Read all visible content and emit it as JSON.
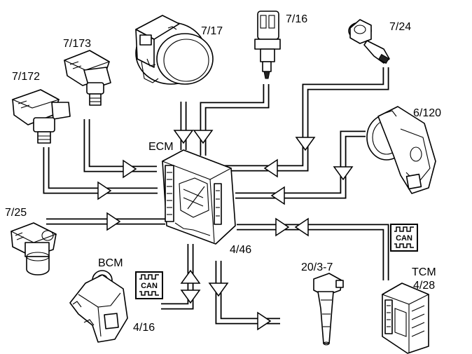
{
  "labels": {
    "ecm": "ECM",
    "s7_17": "7/17",
    "s7_16": "7/16",
    "s7_24": "7/24",
    "s7_173": "7/173",
    "s7_172": "7/172",
    "s6_120": "6/120",
    "s7_25": "7/25",
    "bcm": "BCM",
    "s4_46": "4/46",
    "s20_3_7": "20/3-7",
    "tcm": "TCM",
    "tcm_num": "4/28",
    "bcm_num": "4/16"
  },
  "can_badge_text": "CAN",
  "colors": {
    "line": "#000000",
    "fill": "#ffffff"
  }
}
